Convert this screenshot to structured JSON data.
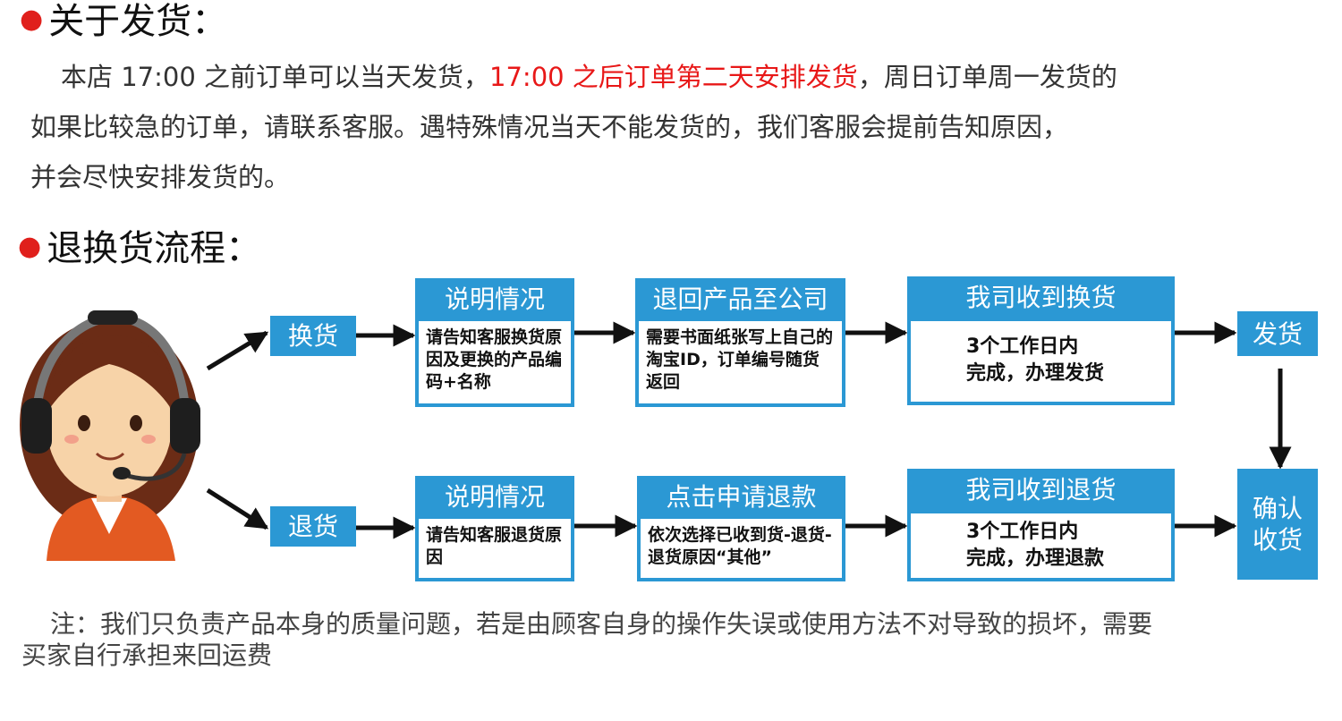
{
  "shipping": {
    "heading": "关于发货：",
    "line1_a": "本店 17:00 之前订单可以当天发货，",
    "line1_red": "17:00 之后订单第二天安排发货",
    "line1_b": "，周日订单周一发货的",
    "line2": "如果比较急的订单，请联系客服。遇特殊情况当天不能发货的，我们客服会提前告知原因，",
    "line3": "并会尽快安排发货的。"
  },
  "process": {
    "heading": "退换货流程：",
    "exchange_tag": "换货",
    "return_tag": "退货",
    "exchange_steps": [
      {
        "title": "说明情况",
        "body": "请告知客服换货原因及更换的产品编码+名称"
      },
      {
        "title": "退回产品至公司",
        "body": "需要书面纸张写上自己的淘宝ID，订单编号随货返回"
      },
      {
        "title": "我司收到换货",
        "body_line1": "3个工作日内",
        "body_line2": "完成，办理发货"
      }
    ],
    "return_steps": [
      {
        "title": "说明情况",
        "body": "请告知客服退货原因"
      },
      {
        "title": "点击申请退款",
        "body": "依次选择已收到货-退货-退货原因“其他”"
      },
      {
        "title": "我司收到退货",
        "body_line1": "3个工作日内",
        "body_line2": "完成，办理退款"
      }
    ],
    "ship_tag": "发货",
    "confirm_tag_line1": "确认",
    "confirm_tag_line2": "收货"
  },
  "note": {
    "line1": "注：我们只负责产品本身的质量问题，若是由顾客自身的操作失误或使用方法不对导致的损坏，需要",
    "line2": "买家自行承担来回运费"
  },
  "colors": {
    "accent_blue": "#2b98d4",
    "highlight_red": "#e81818",
    "bullet_red": "#e0201c"
  },
  "icons": [
    "customer-service-agent-illustration",
    "arrow-right-icon",
    "arrow-down-icon"
  ]
}
